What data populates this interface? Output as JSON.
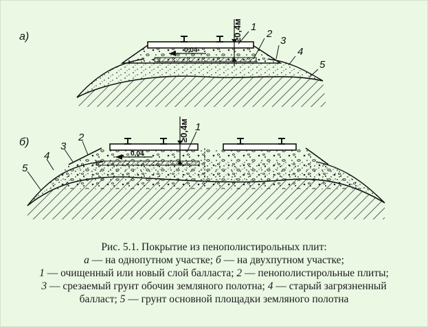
{
  "diagram": {
    "panel_a": {
      "label": "а)",
      "dimension_vertical": "≥0,4м",
      "dimension_horizontal": "0,04",
      "callouts": [
        "1",
        "2",
        "3",
        "4",
        "5"
      ]
    },
    "panel_b": {
      "label": "б)",
      "dimension_vertical": "≥0,4м",
      "dimension_horizontal": "0,04",
      "callouts": [
        "1",
        "2",
        "3",
        "4",
        "5"
      ]
    }
  },
  "caption": {
    "title": "Рис. 5.1. Покрытие из пенополистирольных плит:",
    "line2_a": "а",
    "line2_a_text": " — на однопутном участке; ",
    "line2_b": "б",
    "line2_b_text": " — на двухпутном участке;",
    "line3_1": "1",
    "line3_1_text": " — очищенный или новый слой балласта; ",
    "line3_2": "2",
    "line3_2_text": " — пенополистирольные плиты;",
    "line4_3": "3",
    "line4_3_text": " — срезаемый грунт обочин земляного полотна; ",
    "line4_4": "4",
    "line4_4_text": " — старый загрязненный",
    "line5_text_a": "балласт; ",
    "line5_5": "5",
    "line5_5_text": " — грунт основной площадки земляного полотна"
  }
}
